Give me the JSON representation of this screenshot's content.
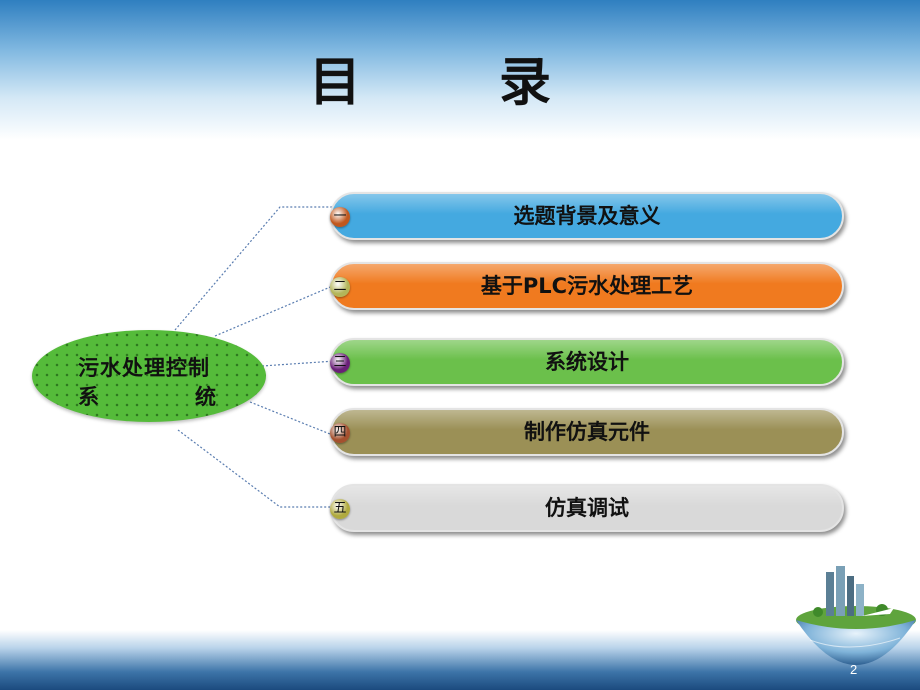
{
  "slide": {
    "title": "目 录",
    "page_number": "2"
  },
  "center": {
    "line1": "污水处理控制",
    "line2": "系统"
  },
  "items": [
    {
      "num": "一",
      "label": "选题背景及意义",
      "color": "#44a9e0",
      "badge": "#c1581e"
    },
    {
      "num": "二",
      "label": "基于PLC污水处理工艺",
      "color": "#f07a1f",
      "badge": "#b3b55a"
    },
    {
      "num": "三",
      "label": "系统设计",
      "color": "#6bc04b",
      "badge": "#6a1f78"
    },
    {
      "num": "四",
      "label": "制作仿真元件",
      "color": "#9b9056",
      "badge": "#a4502e"
    },
    {
      "num": "五",
      "label": "仿真调试",
      "color": "#d9d9d9",
      "badge": "#b0aa3f"
    }
  ]
}
